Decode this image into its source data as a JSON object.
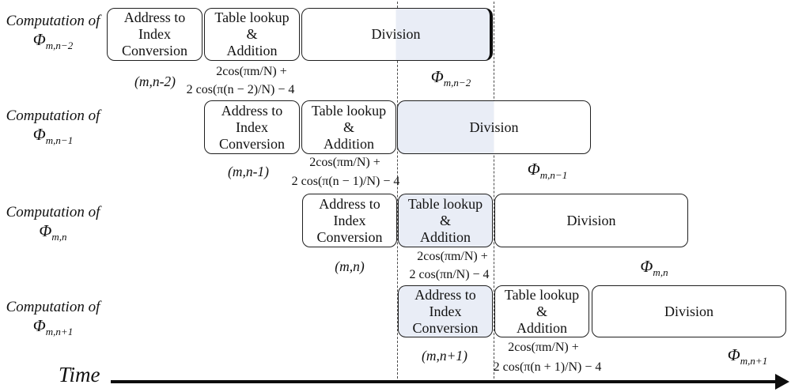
{
  "time_axis": {
    "label": "Time"
  },
  "colors": {
    "highlight": "#e9edf6",
    "border": "#1f1f1f"
  },
  "rows": [
    {
      "header_line1": "Computation of",
      "header_phi": "Φ",
      "header_phi_sub": "m,n−2",
      "stage_address": "Address to\nIndex\nConversion",
      "stage_table": "Table lookup\n&\nAddition",
      "stage_division": "Division",
      "index_caption": "(m,n-2)",
      "formula_line1": "2cos(πm/N) +",
      "formula_line2": "2 cos(π(n − 2)/N) − 4",
      "output_phi": "Φ",
      "output_phi_sub": "m,n−2"
    },
    {
      "header_line1": "Computation of",
      "header_phi": "Φ",
      "header_phi_sub": "m,n−1",
      "stage_address": "Address to\nIndex\nConversion",
      "stage_table": "Table lookup\n&\nAddition",
      "stage_division": "Division",
      "index_caption": "(m,n-1)",
      "formula_line1": "2cos(πm/N) +",
      "formula_line2": "2 cos(π(n − 1)/N) − 4",
      "output_phi": "Φ",
      "output_phi_sub": "m,n−1"
    },
    {
      "header_line1": "Computation of",
      "header_phi": "Φ",
      "header_phi_sub": "m,n",
      "stage_address": "Address to\nIndex\nConversion",
      "stage_table": "Table lookup\n&\nAddition",
      "stage_division": "Division",
      "index_caption": "(m,n)",
      "formula_line1": "2cos(πm/N) +",
      "formula_line2": "2 cos(πn/N) − 4",
      "output_phi": "Φ",
      "output_phi_sub": "m,n"
    },
    {
      "header_line1": "Computation of",
      "header_phi": "Φ",
      "header_phi_sub": "m,n+1",
      "stage_address": "Address to\nIndex\nConversion",
      "stage_table": "Table lookup\n&\nAddition",
      "stage_division": "Division",
      "index_caption": "(m,n+1)",
      "formula_line1": "2cos(πm/N) +",
      "formula_line2": "2 cos(π(n + 1)/N) − 4",
      "output_phi": "Φ",
      "output_phi_sub": "m,n+1"
    }
  ]
}
